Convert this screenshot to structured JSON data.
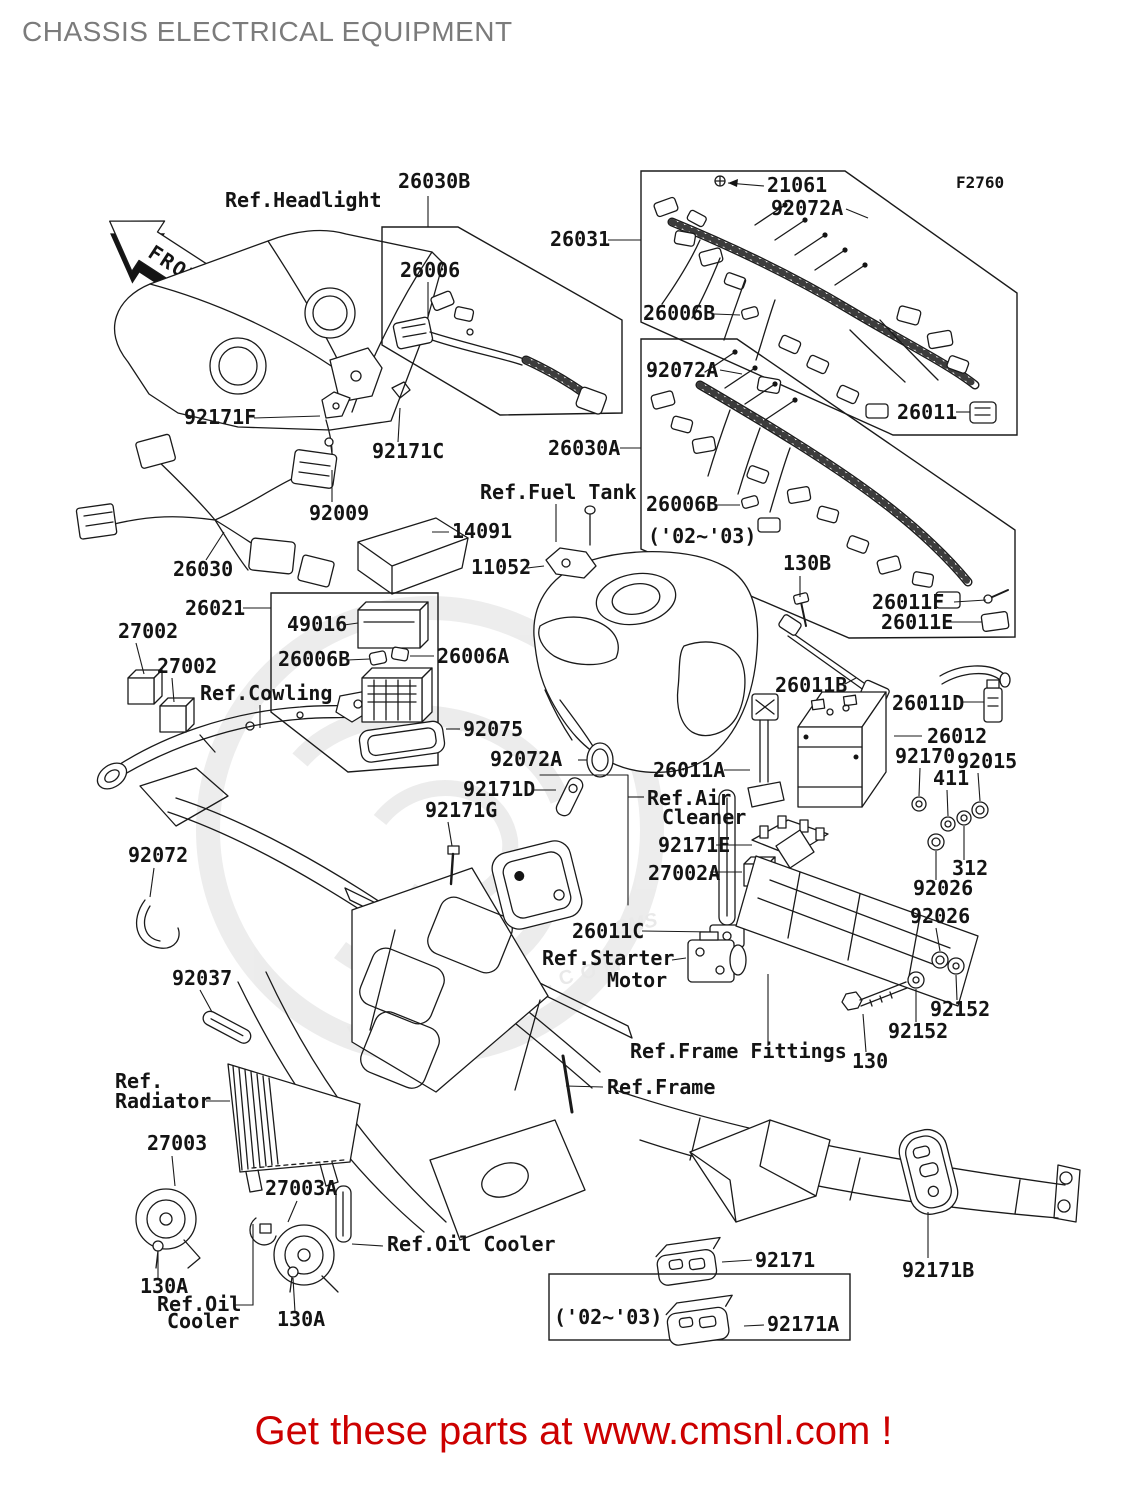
{
  "header": {
    "title": "CHASSIS ELECTRICAL EQUIPMENT",
    "figure_code": "F2760"
  },
  "footer": {
    "promo": "Get these parts at www.cmsnl.com !",
    "promo_color": "#cc0000"
  },
  "watermark": {
    "logo_text": "CMS",
    "url_text": "WWW.CMSNL.COM"
  },
  "diagram": {
    "front_arrow": "FRONT",
    "labels": {
      "refHeadlight": "Ref.Headlight",
      "n26030b": "26030B",
      "n26006": "26006",
      "n26031": "26031",
      "n21061": "21061",
      "n92072a": "92072A",
      "n26006b": "26006B",
      "n26011": "26011",
      "n26030a": "26030A",
      "yearnote": "('02~'03)",
      "n130b": "130B",
      "n26011f": "26011F",
      "n26011e": "26011E",
      "n92171f": "92171F",
      "n92171c": "92171C",
      "n92009": "92009",
      "n26030": "26030",
      "n14091": "14091",
      "n11052": "11052",
      "refFuelTank": "Ref.Fuel Tank",
      "n26021": "26021",
      "n27002": "27002",
      "refCowling": "Ref.Cowling",
      "n49016": "49016",
      "n26006a": "26006A",
      "n92075": "92075",
      "n26011a": "26011A",
      "n92171d": "92171D",
      "n92171g": "92171G",
      "refAir1": "Ref.Air",
      "refAir2": "Cleaner",
      "n92171e": "92171E",
      "n27002a": "27002A",
      "n26011b": "26011B",
      "n26011d": "26011D",
      "n26012": "26012",
      "n92170": "92170",
      "n92015": "92015",
      "n411": "411",
      "n312": "312",
      "n92026": "92026",
      "n92072": "92072",
      "n92037": "92037",
      "n26011c": "26011C",
      "refStarter1": "Ref.Starter",
      "refStarter2": "Motor",
      "refFrameFittings": "Ref.Frame Fittings",
      "n130": "130",
      "n92152": "92152",
      "refFrame": "Ref.Frame",
      "refRad1": "Ref.",
      "refRad2": "Radiator",
      "n27003": "27003",
      "n27003a": "27003A",
      "n130a": "130A",
      "refOil1": "Ref.Oil",
      "refOil2": "Cooler",
      "refOilCooler": "Ref.Oil Cooler",
      "n92171": "92171",
      "n92171b": "92171B",
      "n92171a": "92171A"
    }
  }
}
